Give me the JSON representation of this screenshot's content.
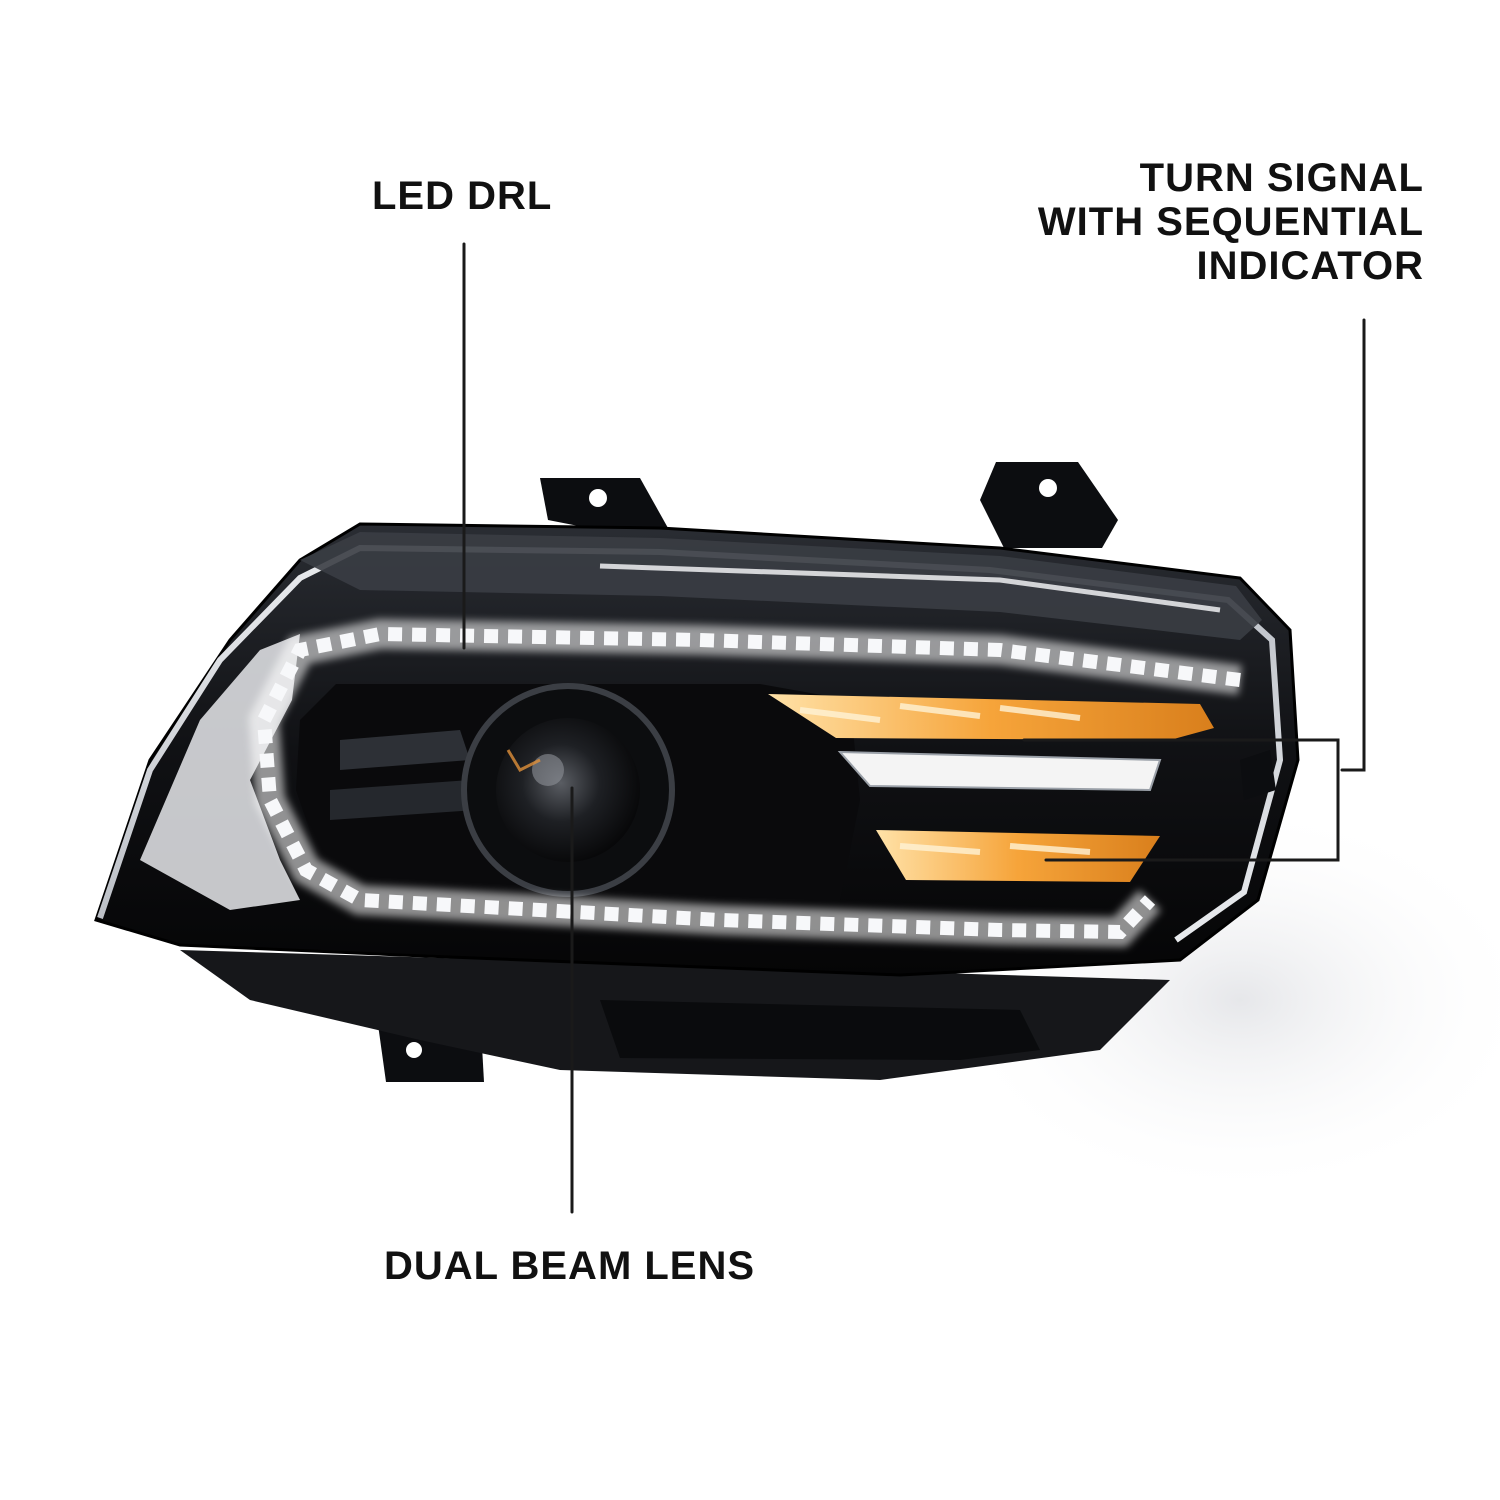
{
  "callouts": {
    "drl": "LED DRL",
    "turn_signal": [
      "TURN SIGNAL",
      "WITH SEQUENTIAL",
      "INDICATOR"
    ],
    "lens": "DUAL BEAM LENS"
  },
  "colors": {
    "background": "#ffffff",
    "label_text": "#111111",
    "housing": "#101114",
    "chrome": "#d9dce0",
    "drl_glow": "#ffffff",
    "amber": "#f6a43a",
    "leader_line": "#1a1a1a"
  },
  "icons": {
    "product": "headlight-assembly"
  }
}
